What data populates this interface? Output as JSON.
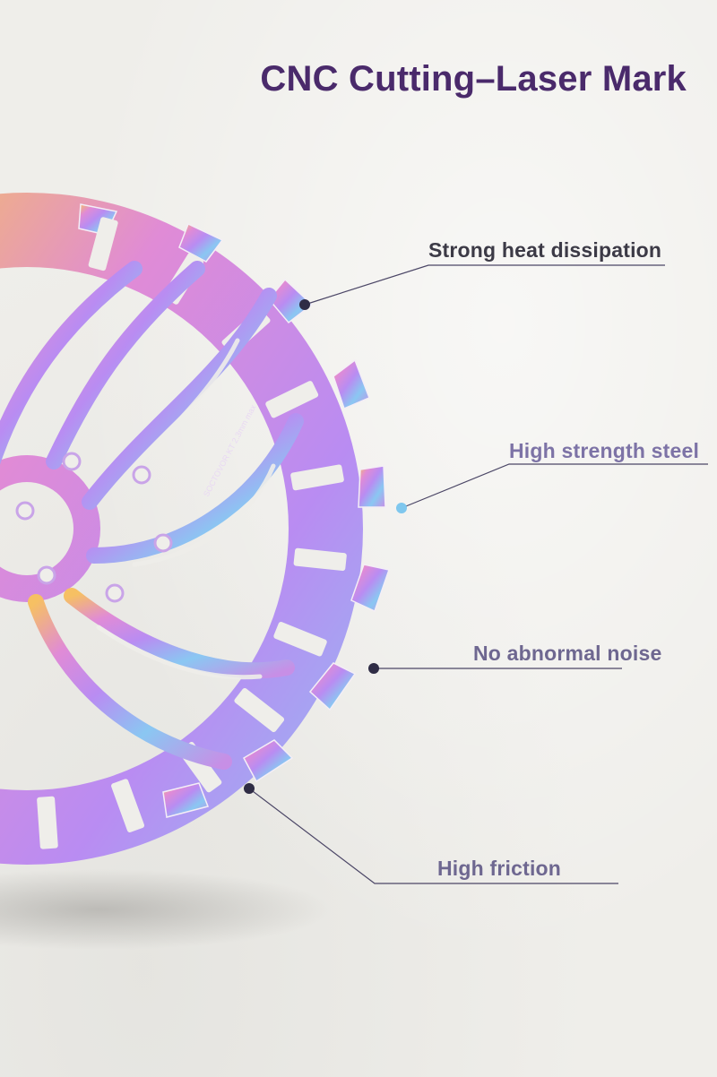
{
  "title": "CNC Cutting–Laser Mark",
  "callouts": {
    "heat": "Strong heat dissipation",
    "steel": "High strength steel",
    "noise": "No abnormal noise",
    "friction": "High friction"
  },
  "colors": {
    "title": "#4a2a6b",
    "rotor_gradient": [
      "#f6c063",
      "#d58be0",
      "#b48cf0",
      "#86c9f2",
      "#c68ee6"
    ],
    "leader_line": "#4b4666"
  },
  "image": {
    "subject": "iridescent bicycle disc brake rotor",
    "engraved_text": "SOCTOVOR KT 2.3mm max"
  }
}
